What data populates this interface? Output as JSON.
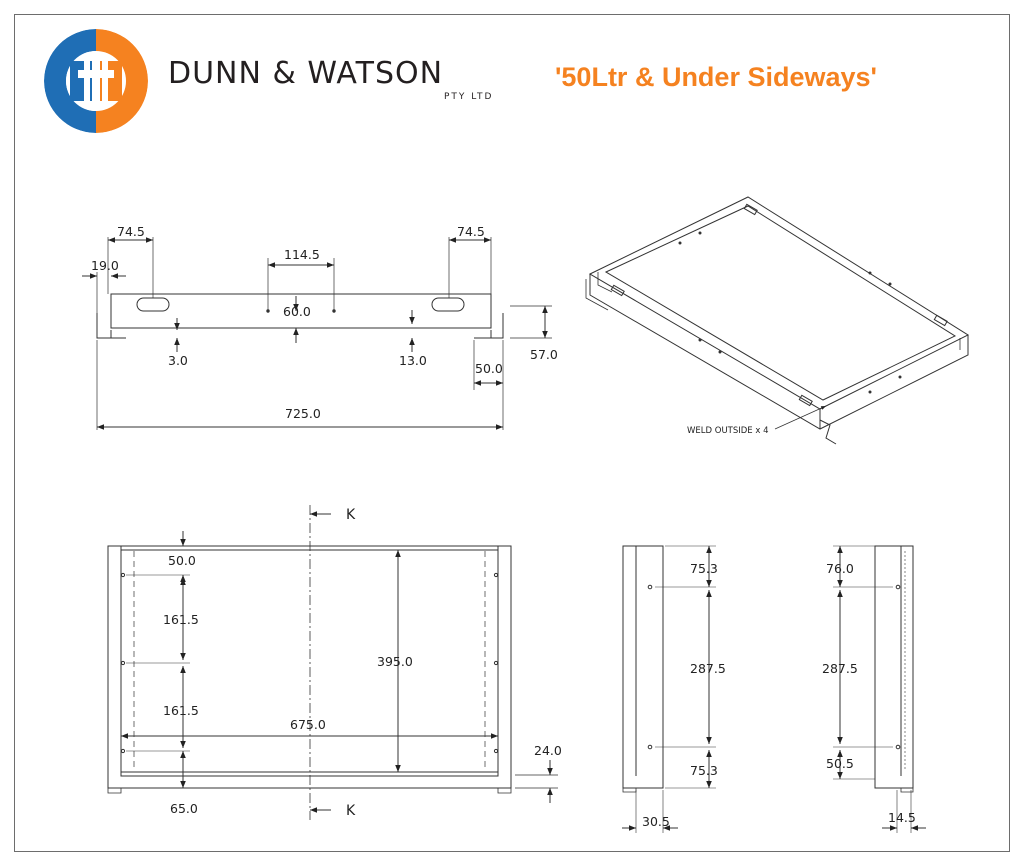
{
  "header": {
    "company_name": "DUNN & WATSON",
    "company_suffix": "PTY LTD",
    "title": "'50Ltr & Under Sideways'"
  },
  "colors": {
    "logo_blue": "#1f6eb5",
    "logo_orange": "#f58220",
    "title_orange": "#f58220",
    "line": "#333333"
  },
  "front_view": {
    "dims": {
      "slot_left_offset": "74.5",
      "slot_right_offset": "74.5",
      "flange": "19.0",
      "hole_spacing": "114.5",
      "hole_height": "60.0",
      "bottom_gap": "3.0",
      "slot_height": "13.0",
      "height": "57.0",
      "foot": "50.0",
      "length": "725.0"
    }
  },
  "iso_view": {
    "note": "WELD OUTSIDE x 4"
  },
  "plan_view": {
    "section_label_top": "K",
    "section_label_bottom": "K",
    "dims": {
      "top_hole": "50.0",
      "hole_pitch_1": "161.5",
      "hole_pitch_2": "161.5",
      "bottom_hole": "65.0",
      "inner_height": "395.0",
      "inner_width": "675.0",
      "foot_height": "24.0"
    }
  },
  "side_view_left": {
    "dims": {
      "top": "75.3",
      "middle": "287.5",
      "bottom": "75.3",
      "width": "30.5"
    }
  },
  "side_view_right": {
    "dims": {
      "top": "76.0",
      "middle": "287.5",
      "bottom": "50.5",
      "width": "14.5"
    }
  }
}
